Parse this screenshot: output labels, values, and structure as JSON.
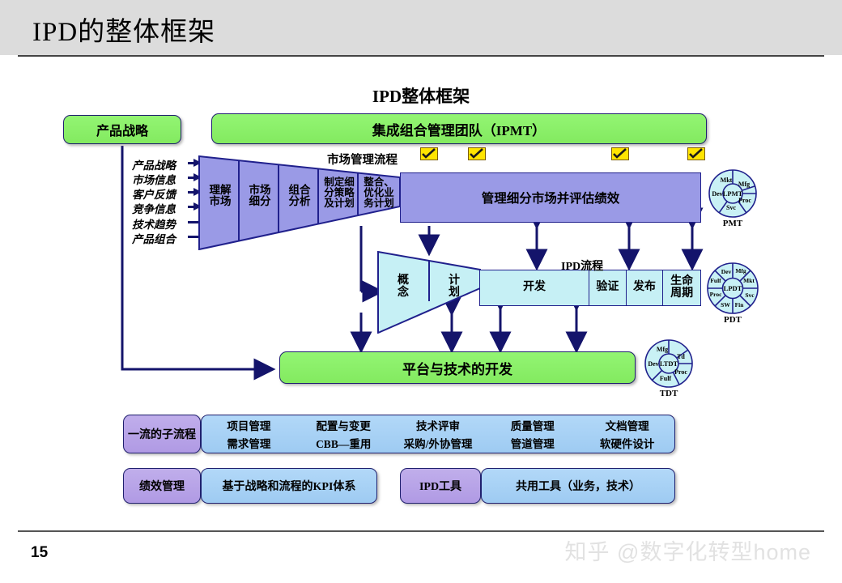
{
  "slide": {
    "title": "IPD的整体框架",
    "page_number": "15",
    "watermark": "知乎 @数字化转型home"
  },
  "diagram": {
    "title": "IPD整体框架",
    "product_strategy_box": "产品战略",
    "ipmt_box": "集成组合管理团队（IPMT）",
    "platform_box": "平台与技术的开发",
    "market_process_label": "市场管理流程",
    "ipd_process_label": "IPD流程",
    "manage_segments_bar": "管理细分市场并评估绩效",
    "inputs": [
      "产品战略",
      "市场信息",
      "客户反馈",
      "竞争信息",
      "技术趋势",
      "产品组合"
    ],
    "market_funnel_cells": [
      "理解\n市场",
      "市场\n细分",
      "组合\n分析",
      "制定细\n分策略\n及计划",
      "整合、\n优化业\n务计划"
    ],
    "ipd_funnel_cells": [
      "概\n念",
      "计\n划"
    ],
    "ipd_bar_cells": [
      "开发",
      "验证",
      "发布",
      "生命\n周期"
    ],
    "checkmarks": [
      "checkmark-1",
      "checkmark-2",
      "checkmark-3",
      "checkmark-4"
    ]
  },
  "teams": [
    {
      "id": "pmt",
      "caption": "PMT",
      "center": "LPMT",
      "segments": [
        "Mkt",
        "Mfg",
        "Proc",
        "Svc",
        "Dev"
      ]
    },
    {
      "id": "pdt",
      "caption": "PDT",
      "center": "LPDT",
      "segments": [
        "Dev",
        "Mfg",
        "Mkt",
        "Svc",
        "Fin",
        "SW",
        "Proc",
        "Fulf"
      ]
    },
    {
      "id": "tdt",
      "caption": "TDT",
      "center": "LTDT",
      "segments": [
        "Mfg",
        "Td",
        "Proc",
        "Fulf",
        "Dev"
      ]
    }
  ],
  "bottom": {
    "subprocess_label": "一流的子流程",
    "subprocess_columns": [
      {
        "top": "项目管理",
        "bottom": "需求管理"
      },
      {
        "top": "配置与变更",
        "bottom": "CBB—重用"
      },
      {
        "top": "技术评审",
        "bottom": "采购/外协管理"
      },
      {
        "top": "质量管理",
        "bottom": "管道管理"
      },
      {
        "top": "文档管理",
        "bottom": "软硬件设计"
      }
    ],
    "performance_label": "绩效管理",
    "performance_value": "基于战略和流程的KPI体系",
    "tools_label": "IPD工具",
    "tools_value": "共用工具（业务，技术）"
  },
  "colors": {
    "header_band": "#dcdcdc",
    "green": "#8cf06a",
    "purple_funnel": "#9a9ae6",
    "light_blue_funnel": "#c6f0f5",
    "pill_blue": "#a8d2f5",
    "pill_purple": "#b9a5e8",
    "checkmark_yellow": "#ffe400",
    "line_navy": "#14146b"
  }
}
